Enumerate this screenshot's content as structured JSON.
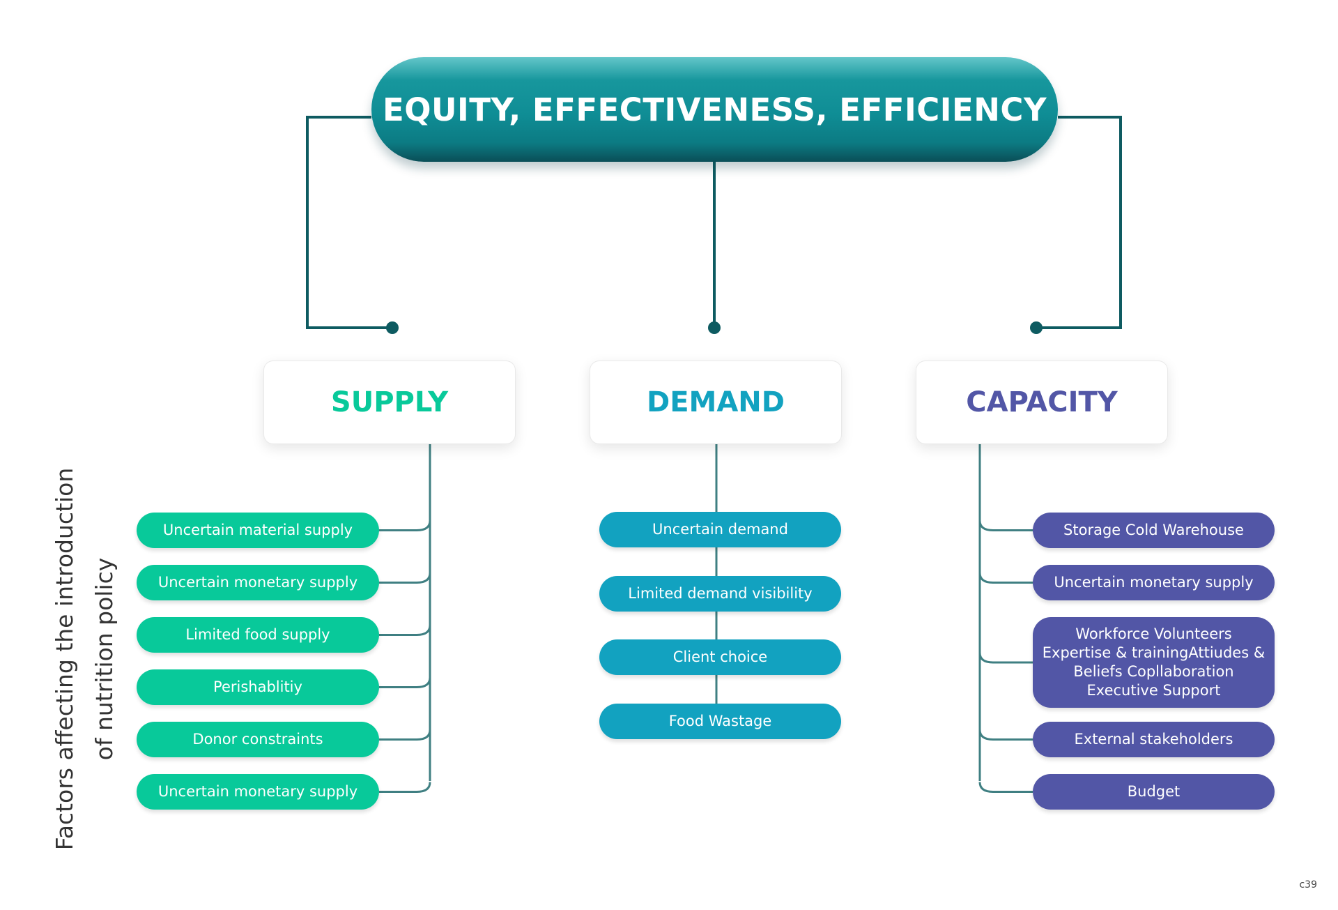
{
  "colors": {
    "connector": "#0e5b61",
    "branch": "#3f7f82",
    "supply": "#08c99a",
    "demand": "#12a2c0",
    "capacity": "#5256a6"
  },
  "header": {
    "title": "EQUITY, EFFECTIVENESS, EFFICIENCY"
  },
  "side_label": {
    "line1": "Factors affecting the introduction",
    "line2": "of nutrition policy"
  },
  "categories": {
    "supply": {
      "title": "SUPPLY",
      "items": [
        "Uncertain material supply",
        "Uncertain monetary supply",
        "Limited food supply",
        "Perishablitiy",
        "Donor constraints",
        "Uncertain monetary supply"
      ]
    },
    "demand": {
      "title": "DEMAND",
      "items": [
        "Uncertain demand",
        "Limited demand visibility",
        "Client choice",
        "Food Wastage"
      ]
    },
    "capacity": {
      "title": "CAPACITY",
      "items": [
        "Storage Cold Warehouse",
        "Uncertain monetary supply",
        "Workforce Volunteers Expertise & trainingAttiudes & Beliefs Copllaboration Executive Support",
        "External stakeholders",
        "Budget"
      ]
    }
  },
  "code_tag": "c39"
}
